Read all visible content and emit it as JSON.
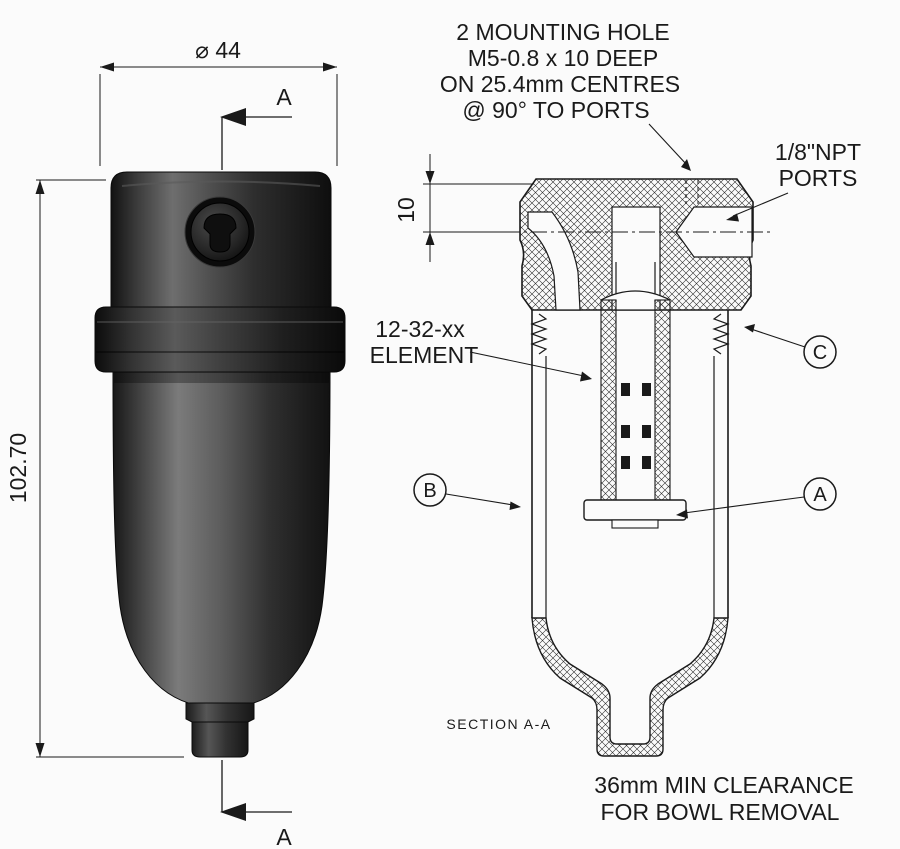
{
  "page": {
    "background": "#fbfbfb",
    "line_color": "#1a1a1a",
    "render_dark": "#141414"
  },
  "left_view": {
    "description": "shaded 3d view of miniature air filter",
    "diameter_dim": "⌀ 44",
    "height_dim": "102.70",
    "section_arrow_top": "A",
    "section_arrow_bottom": "A"
  },
  "section_view": {
    "mounting_note": [
      "2 MOUNTING HOLE",
      "M5-0.8 x 10 DEEP",
      "ON 25.4mm CENTRES",
      "@ 90° TO PORTS"
    ],
    "ports_label": [
      "1/8\"NPT",
      "PORTS"
    ],
    "depth_dim": "10",
    "element_label": [
      "12-32-xx",
      "ELEMENT"
    ],
    "balloons": {
      "a": "A",
      "b": "B",
      "c": "C"
    },
    "caption": "SECTION A-A",
    "clearance_note": [
      "36mm MIN CLEARANCE",
      "FOR BOWL REMOVAL"
    ]
  }
}
